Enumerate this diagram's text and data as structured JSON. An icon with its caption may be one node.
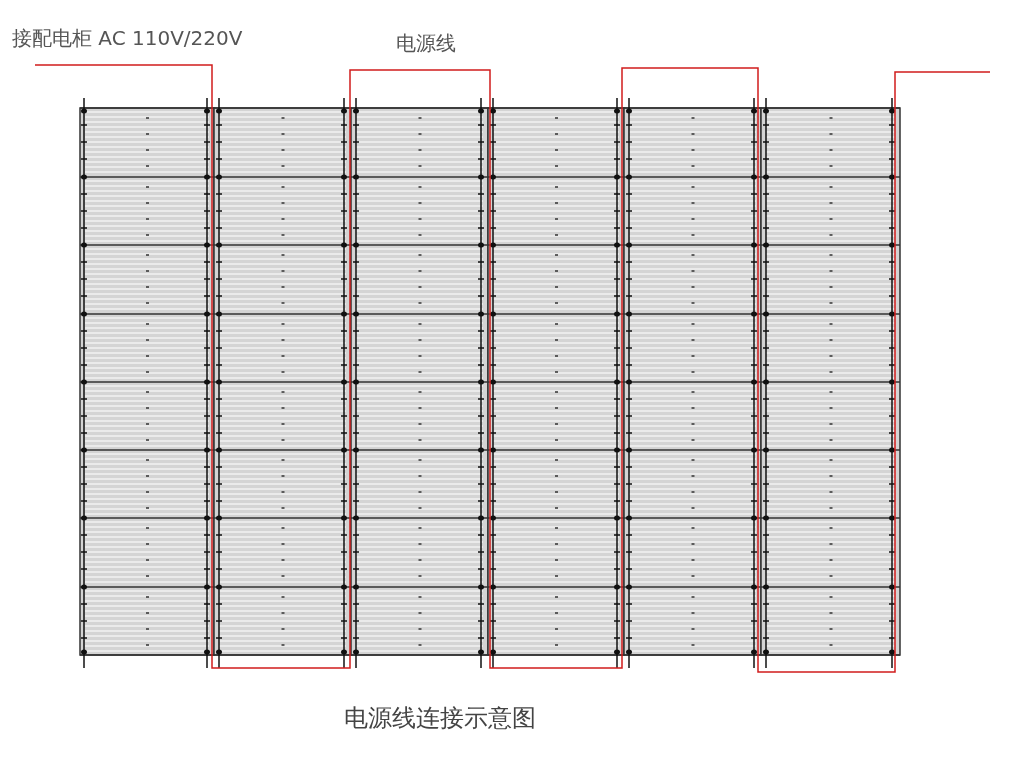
{
  "diagram": {
    "caption": "电源线连接示意图",
    "labels": [
      "接配电柜 AC 110V/220V",
      "电源线"
    ]
  }
}
